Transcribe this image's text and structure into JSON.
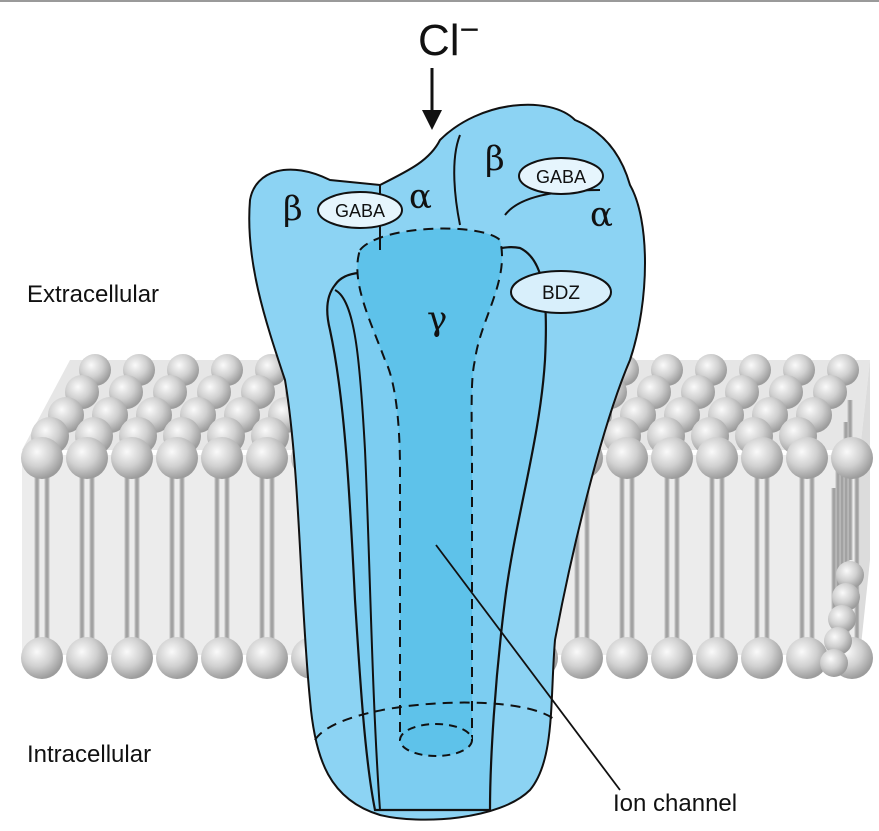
{
  "ion": {
    "symbol": "Cl",
    "charge": "−"
  },
  "regions": {
    "extracellular": "Extracellular",
    "intracellular": "Intracellular"
  },
  "subunits": {
    "beta_left": "β",
    "alpha_center": "α",
    "beta_right": "β",
    "alpha_right": "α",
    "gamma": "γ"
  },
  "binding_sites": {
    "gaba_left": "GABA",
    "gaba_right": "GABA",
    "bdz": "BDZ"
  },
  "callouts": {
    "ion_channel": "Ion channel"
  },
  "colors": {
    "receptor": "#8cd3f3",
    "receptor_shade": "#6ac6ee",
    "channel": "#5ec2ea",
    "lipid_head": "#c8c8c8",
    "lipid_tail": "#a8a8a8",
    "outline": "#111111"
  }
}
